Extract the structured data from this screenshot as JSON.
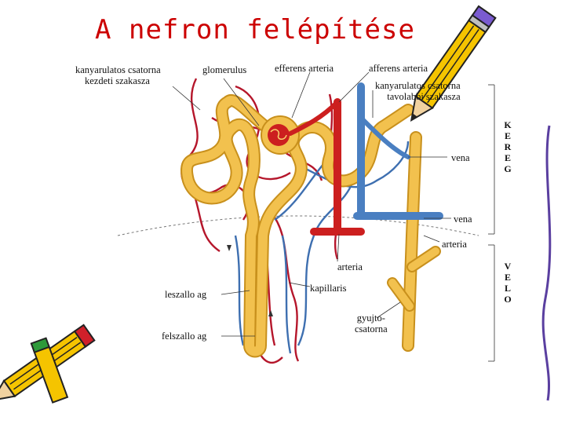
{
  "title": "A nefron felépítése",
  "labels": {
    "kanyarulatos_kezdeti_1": "kanyarulatos csatorna",
    "kanyarulatos_kezdeti_2": "kezdeti szakasza",
    "glomerulus": "glomerulus",
    "efferens": "efferens arteria",
    "afferens": "afferens arteria",
    "kanyarulatos_tavolabbi_1": "kanyarulatos csatorna",
    "kanyarulatos_tavolabbi_2": "tavolabbi szakasza",
    "vena_1": "vena",
    "vena_2": "vena",
    "arteria_1": "arteria",
    "arteria_2": "arteria",
    "kapillaris": "kapillaris",
    "leszallo": "leszallo ag",
    "felszallo": "felszallo ag",
    "gyujto_1": "gyujto-",
    "gyujto_2": "csatorna"
  },
  "side_labels": {
    "kereg": [
      "K",
      "E",
      "R",
      "E",
      "G"
    ],
    "velo": [
      "V",
      "E",
      "L",
      "O"
    ]
  },
  "colors": {
    "title": "#cc0000",
    "tubule": "#f2c14e",
    "tubule_outline": "#c8901c",
    "artery": "#cc1f1f",
    "vein": "#4a7fc1",
    "capillary_red": "#b5162b",
    "capillary_blue": "#3e6fb0"
  },
  "icons": [
    "pencil-icon-top-right",
    "pencil-icon-bottom-left"
  ]
}
